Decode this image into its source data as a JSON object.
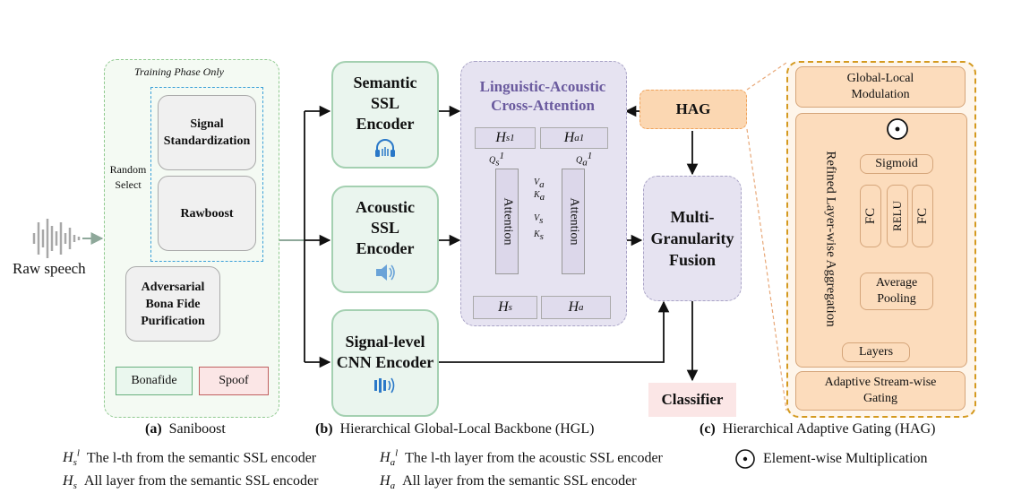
{
  "saniboost": {
    "training_label": "Training Phase Only",
    "signal_standardization": "Signal Standardization",
    "rawboost": "Rawboost",
    "random_select": "Random Select",
    "adversarial": "Adversarial Bona Fide Purification",
    "bonafide": "Bonafide",
    "spoof": "Spoof",
    "raw_speech": "Raw speech"
  },
  "backbone": {
    "semantic_encoder": "Semantic SSL Encoder",
    "acoustic_encoder": "Acoustic SSL Encoder",
    "signal_encoder": "Signal-level CNN Encoder",
    "cross_attention_title": "Linguistic-Acoustic Cross-Attention",
    "attention": "Attention",
    "hag": "HAG",
    "mgf": "Multi-Granularity Fusion",
    "classifier": "Classifier"
  },
  "hag_detail": {
    "global_local": "Global-Local Modulation",
    "refined": "Refined Layer-wise Aggregation",
    "sigmoid": "Sigmoid",
    "fc": "FC",
    "relu": "RELU",
    "avg_pool": "Average Pooling",
    "layers": "Layers",
    "adaptive": "Adaptive Stream-wise Gating"
  },
  "captions": {
    "a_label": "(a)",
    "a_text": "Saniboost",
    "b_label": "(b)",
    "b_text": "Hierarchical Global-Local Backbone (HGL)",
    "c_label": "(c)",
    "c_text": "Hierarchical Adaptive Gating (HAG)"
  },
  "legend": {
    "hsl": "The l-th from the semantic SSL encoder",
    "hal": "The l-th layer from the acoustic SSL encoder",
    "elem": "Element-wise Multiplication",
    "hs": "All layer from the semantic SSL encoder",
    "ha": "All layer from the semantic SSL encoder"
  },
  "colors": {
    "green_dash": "#8fc98f",
    "encoder_fill": "#eaf5ee",
    "attention_fill": "#e6e3f1",
    "hag_orange": "#fbd7b2",
    "title_purple": "#6a5a9e",
    "classifier_fill": "#fbe6e6"
  }
}
